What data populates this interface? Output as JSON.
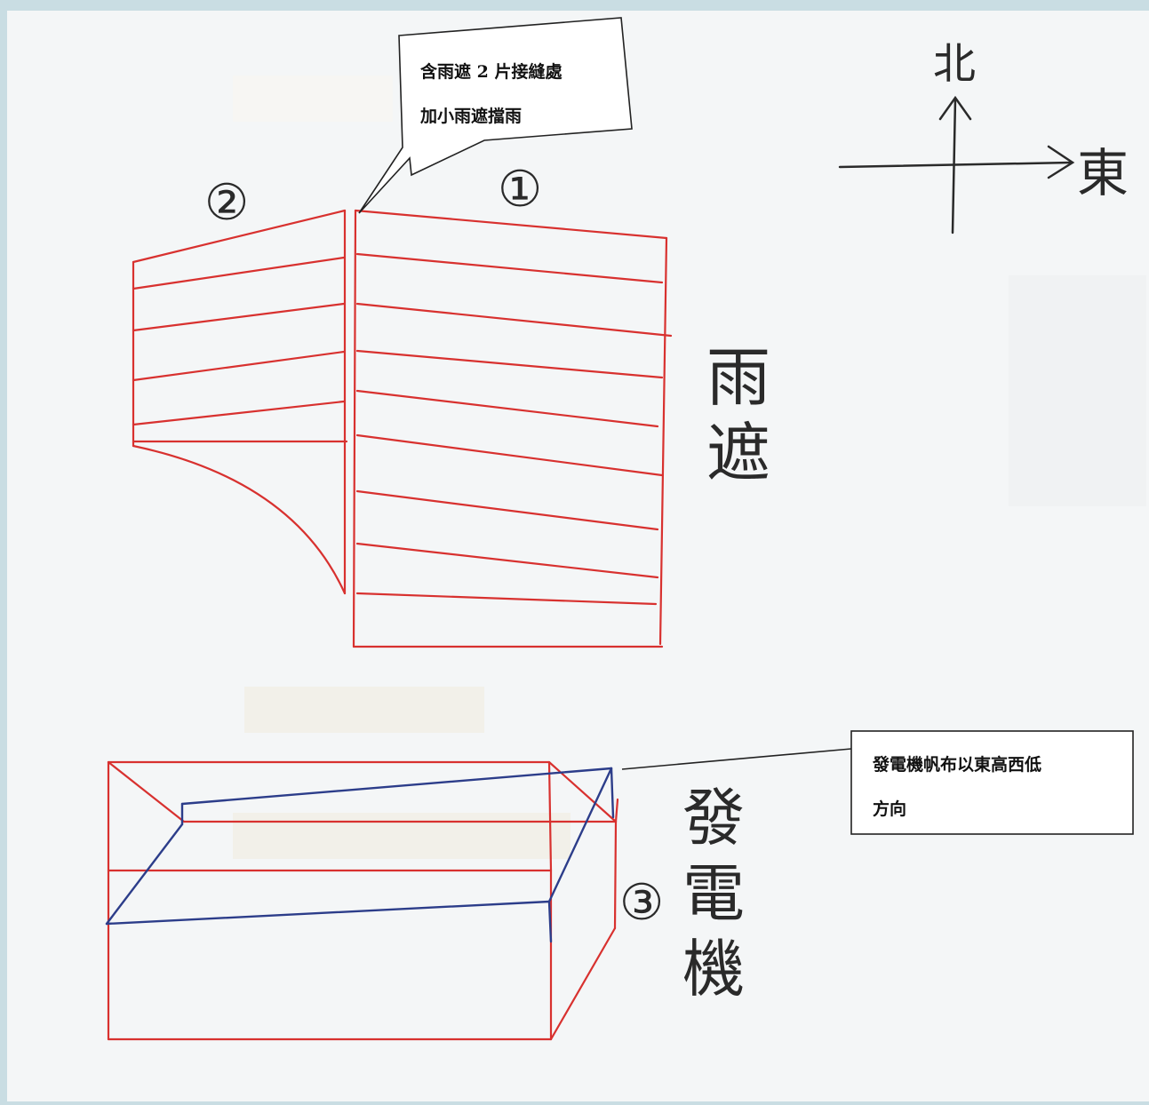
{
  "compass": {
    "north_label": "北",
    "east_label": "東"
  },
  "diagram": {
    "panel_1_label": "①",
    "panel_2_label": "②",
    "panel_3_label": "③",
    "rain_shelter_label": [
      "雨",
      "遮"
    ],
    "generator_label": [
      "發",
      "電",
      "機"
    ]
  },
  "callouts": {
    "seam_note": {
      "line1": "含雨遮 2 片接縫處",
      "line2": "加小雨遮擋雨"
    },
    "generator_note": {
      "line1": "發電機帆布以東高西低",
      "line2": "方向"
    }
  },
  "colors": {
    "red_line": "#d8312f",
    "blue_line": "#2c3d8a",
    "ink": "#2a2a2a",
    "paper": "#f4f6f7"
  }
}
